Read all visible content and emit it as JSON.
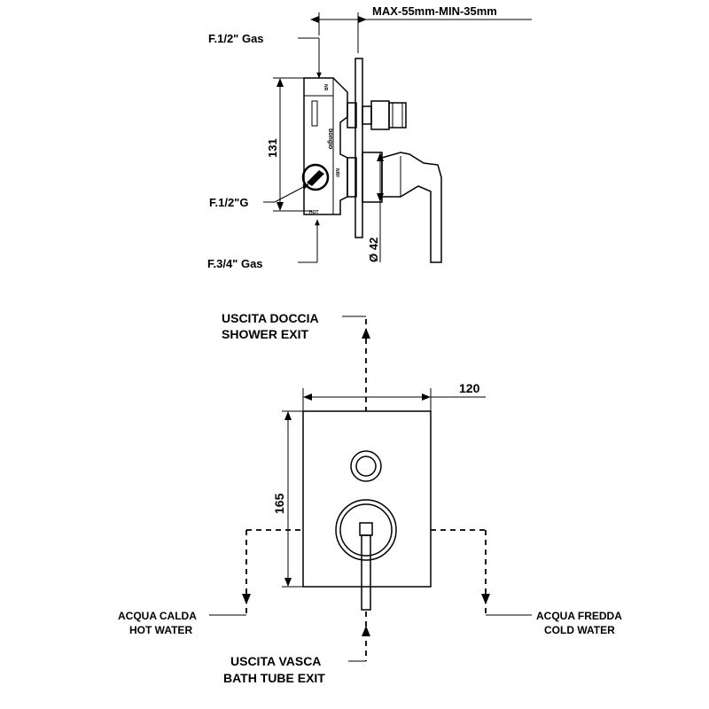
{
  "side_view": {
    "labels": {
      "inlet_top": "F.1/2\" Gas",
      "inlet_mid": "F.1/2\"G",
      "inlet_bottom": "F.3/4\" Gas",
      "wall_range": "MAX-55mm-MIN-35mm",
      "height": "131",
      "diameter": "Ø 42"
    },
    "body_stamps": {
      "brand": "bongio",
      "top_mark": "NR",
      "side_mark": "NRF",
      "bottom_mark": "HOT"
    }
  },
  "front_view": {
    "labels": {
      "shower_exit_it": "USCITA DOCCIA",
      "shower_exit_en": "SHOWER EXIT",
      "width": "120",
      "height": "165",
      "hot_water_it": "ACQUA CALDA",
      "hot_water_en": "HOT WATER",
      "cold_water_it": "ACQUA FREDDA",
      "cold_water_en": "COLD WATER",
      "bath_exit_it": "USCITA VASCA",
      "bath_exit_en": "BATH TUBE EXIT"
    }
  }
}
